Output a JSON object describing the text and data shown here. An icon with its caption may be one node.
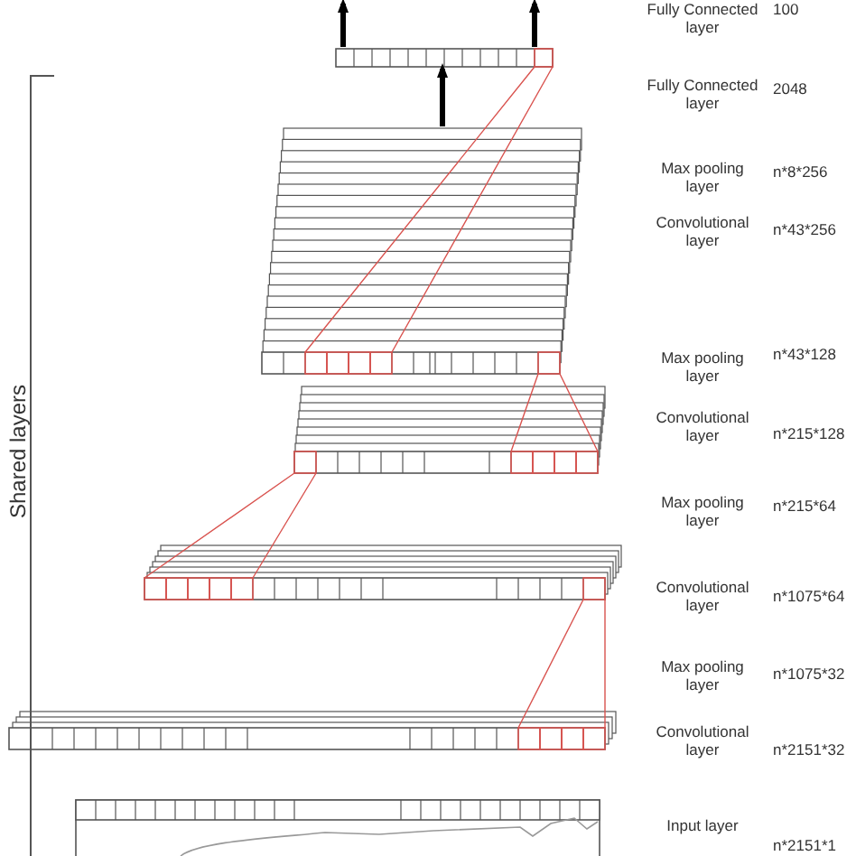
{
  "diagram": {
    "nodes": [
      {
        "text": [],
        "shape": "bar"
      },
      {
        "text": [],
        "shape": "box"
      },
      {
        "text": [],
        "shape": "box"
      },
      {
        "text": [],
        "shape": "box"
      },
      {
        "text": [],
        "shape": "box"
      },
      {
        "text": [],
        "shape": "box"
      }
    ],
    "edges": [
      {
        "from": 0,
        "to": null,
        "arrow": "to",
        "style": "thick",
        "color": "#000000"
      },
      {
        "from": 0,
        "to": null,
        "arrow": "to",
        "style": "thick",
        "color": "#000000"
      },
      {
        "from": 1,
        "to": 0,
        "arrow": "to",
        "style": "thick",
        "color": "#000000"
      },
      {
        "from": 0,
        "to": 1,
        "arrow": "none",
        "color": "#d9534f"
      },
      {
        "from": 1,
        "to": 2,
        "arrow": "none",
        "color": "#d9534f"
      },
      {
        "from": 2,
        "to": 3,
        "arrow": "none",
        "color": "#d9534f"
      },
      {
        "from": 3,
        "to": 4,
        "arrow": "none",
        "color": "#d9534f"
      }
    ],
    "labels": [
      "Fully Connected layer",
      "100",
      "Fully Connected layer",
      "2048",
      "Max pooling layer",
      "n*8*256",
      "Convolutional layer",
      "n*43*256",
      "Max pooling layer",
      "n*43*128",
      "Convolutional layer",
      "n*215*128",
      "Max pooling layer",
      "n*215*64",
      "Convolutional layer",
      "n*1075*64",
      "Max pooling layer",
      "n*1075*32",
      "Convolutional layer",
      "n*2151*32",
      "Input layer",
      "n*2151*1",
      "Shared layers"
    ]
  }
}
